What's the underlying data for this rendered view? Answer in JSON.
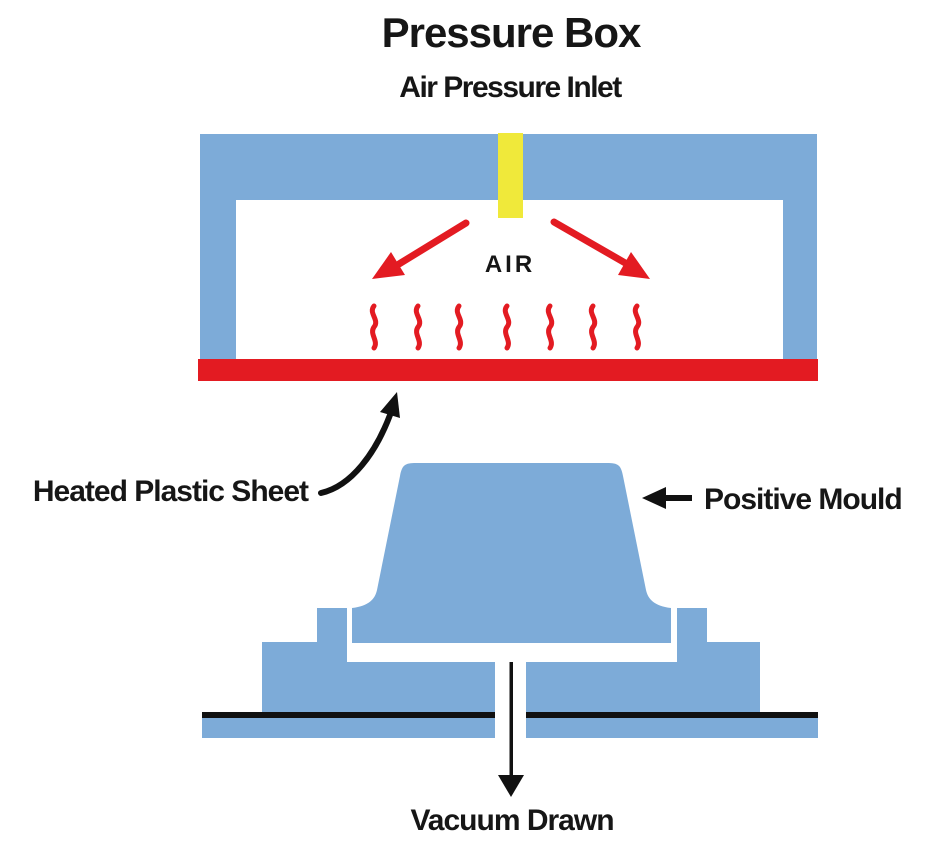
{
  "header": {
    "title": "Pressure Box",
    "subtitle": "Air Pressure Inlet"
  },
  "diagram": {
    "air_label": "AIR",
    "heated_plastic_sheet_label": "Heated Plastic Sheet",
    "positive_mould_label": "Positive Mould",
    "vacuum_drawn_label": "Vacuum Drawn"
  },
  "colors": {
    "mould_blue": "#7dabd8",
    "heat_red": "#e31b22",
    "inlet_yellow": "#f0e93a",
    "outline_black": "#111111"
  }
}
